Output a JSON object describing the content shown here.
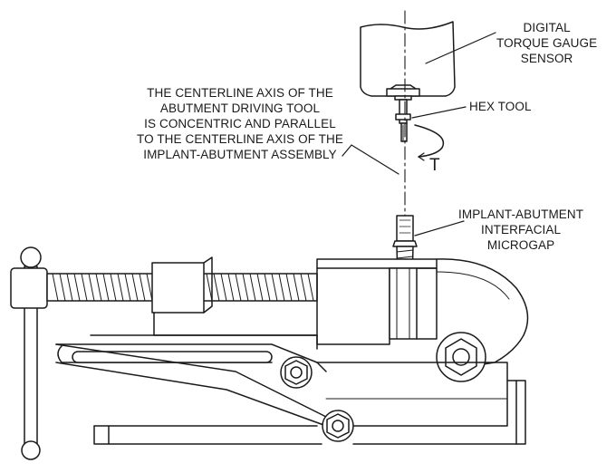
{
  "labels": {
    "sensor": [
      "DIGITAL",
      "TORQUE GAUGE",
      "SENSOR"
    ],
    "hex_tool": "HEX TOOL",
    "centerline": [
      "THE CENTERLINE AXIS OF THE",
      "ABUTMENT DRIVING TOOL",
      "IS CONCENTRIC AND PARALLEL",
      "TO THE CENTERLINE AXIS OF THE",
      "IMPLANT-ABUTMENT ASSEMBLY"
    ],
    "microgap": [
      "IMPLANT-ABUTMENT",
      "INTERFACIAL",
      "MICROGAP"
    ],
    "torque_symbol": "T"
  },
  "colors": {
    "ink": "#1a1a1a",
    "background": "#ffffff"
  }
}
